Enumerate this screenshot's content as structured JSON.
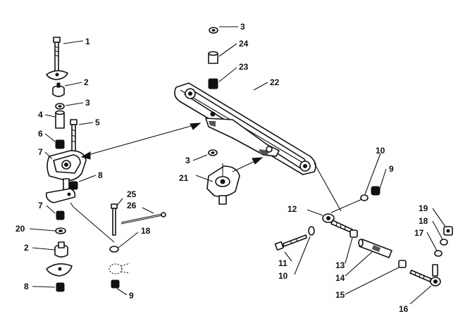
{
  "diagram": {
    "callouts": [
      "1",
      "2",
      "3",
      "4",
      "5",
      "6",
      "7",
      "8",
      "3",
      "24",
      "23",
      "22",
      "21",
      "3",
      "10",
      "9",
      "12",
      "7",
      "20",
      "2",
      "8",
      "25",
      "26",
      "18",
      "9",
      "11",
      "10",
      "13",
      "14",
      "15",
      "16",
      "19",
      "18",
      "17"
    ]
  },
  "colors": {
    "ink": "#111111",
    "background": "#ffffff"
  }
}
